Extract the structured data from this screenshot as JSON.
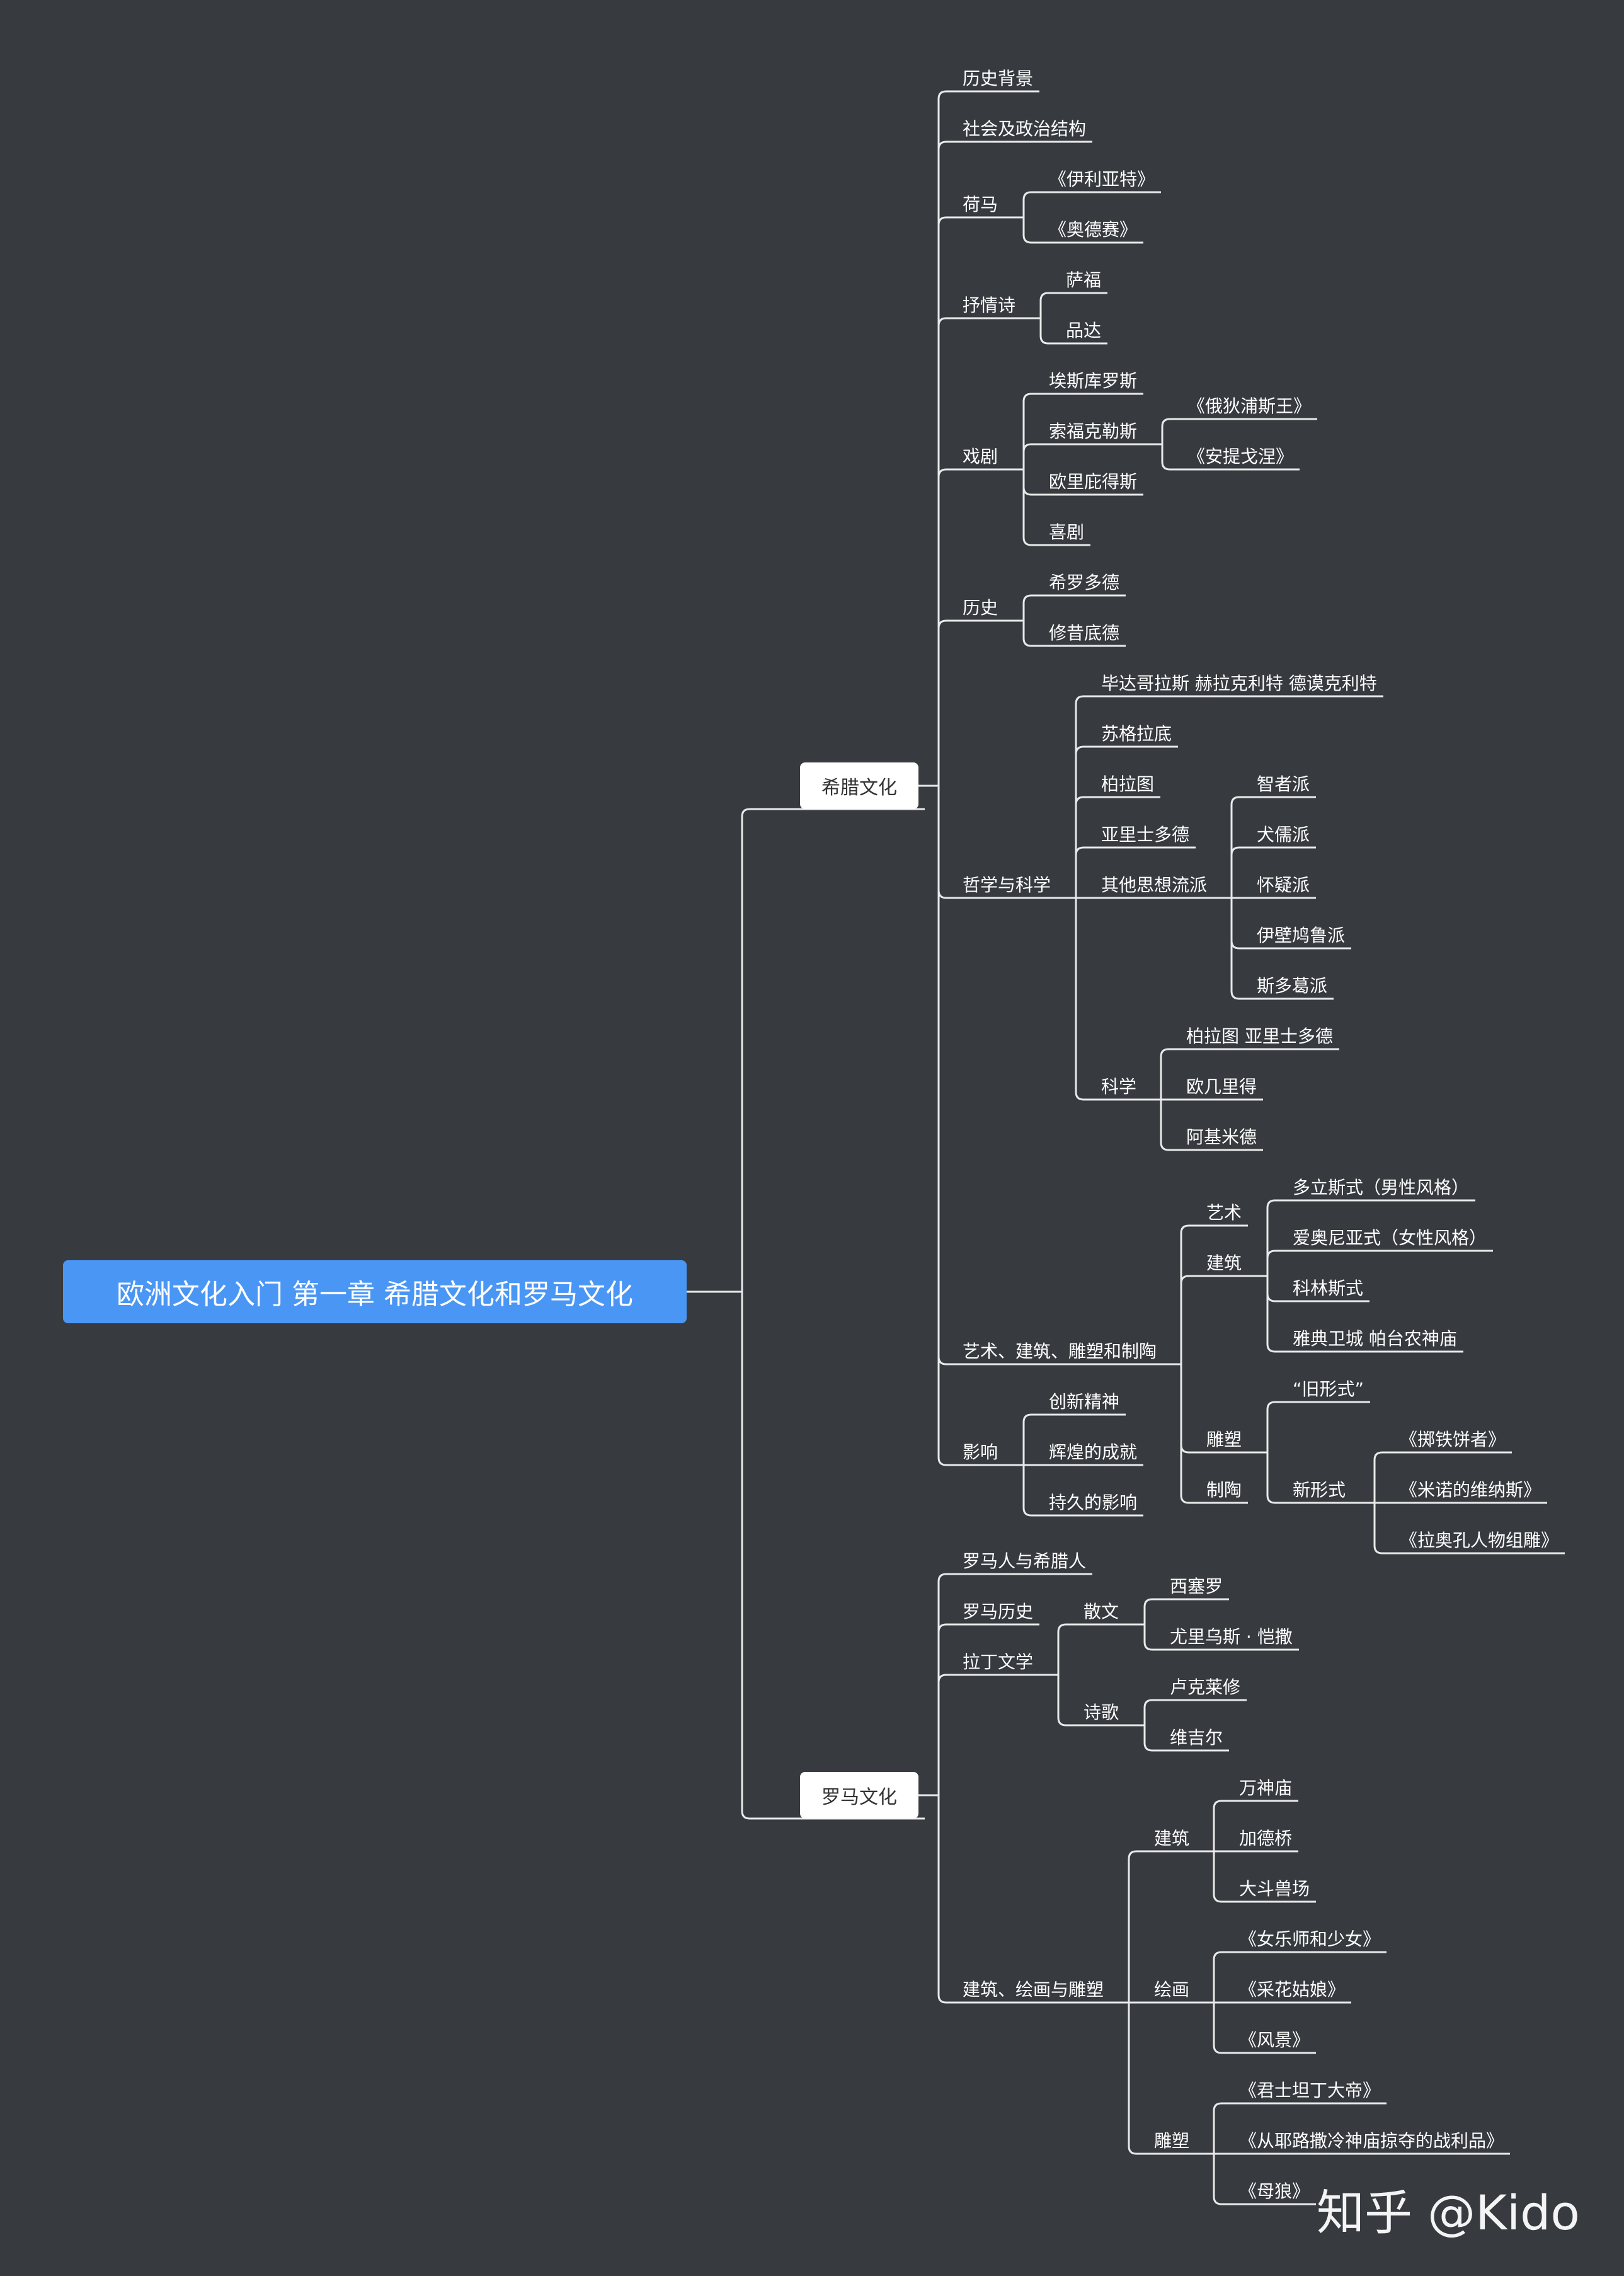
{
  "colors": {
    "background": "#373a3f",
    "line": "#e9e9e9",
    "root_fill": "#4a96f5",
    "box_fill": "#ffffff"
  },
  "root": "欧洲文化入门 第一章 希腊文化和罗马文化",
  "greek": {
    "title": "希腊文化",
    "history_bg": "历史背景",
    "society": "社会及政治结构",
    "homer": {
      "label": "荷马",
      "items": [
        "《伊利亚特》",
        "《奥德赛》"
      ]
    },
    "lyric": {
      "label": "抒情诗",
      "items": [
        "萨福",
        "品达"
      ]
    },
    "drama": {
      "label": "戏剧",
      "items": [
        "埃斯库罗斯",
        "索福克勒斯",
        "欧里庇得斯",
        "喜剧"
      ],
      "sophocles_works": [
        "《俄狄浦斯王》",
        "《安提戈涅》"
      ]
    },
    "history": {
      "label": "历史",
      "items": [
        "希罗多德",
        "修昔底德"
      ]
    },
    "philosophy": {
      "label": "哲学与科学",
      "items": [
        "毕达哥拉斯  赫拉克利特  德谟克利特",
        "苏格拉底",
        "柏拉图",
        "亚里士多德",
        "其他思想流派",
        "科学"
      ],
      "schools": [
        "智者派",
        "犬儒派",
        "怀疑派",
        "伊壁鸠鲁派",
        "斯多葛派"
      ],
      "science": [
        "柏拉图  亚里士多德",
        "欧几里得",
        "阿基米德"
      ]
    },
    "art": {
      "label": "艺术、建筑、雕塑和制陶",
      "items": [
        "艺术",
        "建筑",
        "雕塑",
        "制陶"
      ],
      "architecture": [
        "多立斯式（男性风格）",
        "爱奥尼亚式（女性风格）",
        "科林斯式",
        "雅典卫城   帕台农神庙"
      ],
      "sculpture": [
        "“旧形式”",
        "新形式"
      ],
      "new_forms": [
        "《掷铁饼者》",
        "《米诺的维纳斯》",
        "《拉奥孔人物组雕》"
      ]
    },
    "influence": {
      "label": "影响",
      "items": [
        "创新精神",
        "辉煌的成就",
        "持久的影响"
      ]
    }
  },
  "roman": {
    "title": "罗马文化",
    "romans_greeks": "罗马人与希腊人",
    "history": "罗马历史",
    "latin": {
      "label": "拉丁文学",
      "prose": {
        "label": "散文",
        "items": [
          "西塞罗",
          "尤里乌斯 · 恺撒"
        ]
      },
      "poetry": {
        "label": "诗歌",
        "items": [
          "卢克莱修",
          "维吉尔"
        ]
      }
    },
    "arts": {
      "label": "建筑、绘画与雕塑",
      "architecture": {
        "label": "建筑",
        "items": [
          "万神庙",
          "加德桥",
          "大斗兽场"
        ]
      },
      "painting": {
        "label": "绘画",
        "items": [
          "《女乐师和少女》",
          "《采花姑娘》",
          "《风景》"
        ]
      },
      "sculpture": {
        "label": "雕塑",
        "items": [
          "《君士坦丁大帝》",
          "《从耶路撒冷神庙掠夺的战利品》",
          "《母狼》"
        ]
      }
    }
  },
  "watermark": "知乎 @Kido"
}
